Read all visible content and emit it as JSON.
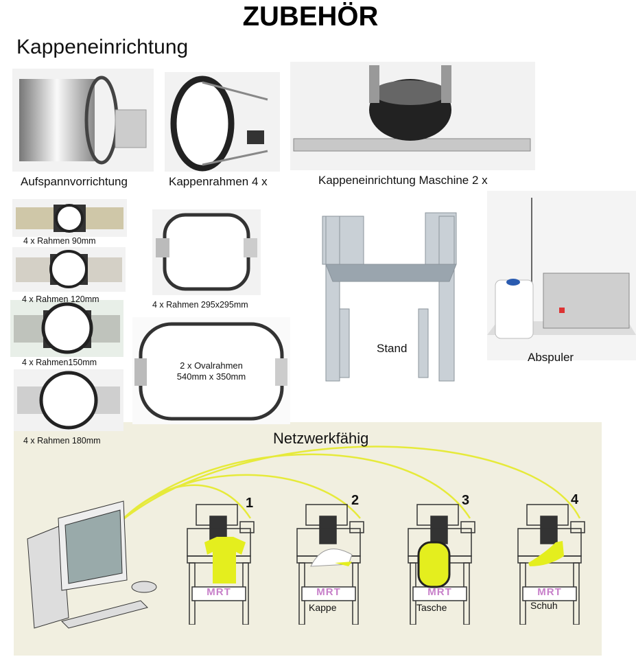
{
  "title": "ZUBEHÖR",
  "section_heading": "Kappeneinrichtung",
  "cap_items": [
    {
      "label": "Aufspannvorrichtung"
    },
    {
      "label": "Kappenrahmen 4 x"
    },
    {
      "label": "Kappeneinrichtung Maschine 2 x"
    }
  ],
  "hoops": [
    {
      "label": "4 x Rahmen 90mm"
    },
    {
      "label": "4 x Rahmen 120mm"
    },
    {
      "label": "4 x Rahmen150mm"
    },
    {
      "label": "4 x Rahmen 180mm"
    }
  ],
  "square_frame": {
    "label": "4 x Rahmen 295x295mm"
  },
  "oval_frame": {
    "line1": "2 x Ovalrahmen",
    "line2": "540mm x 350mm"
  },
  "stand": {
    "label": "Stand"
  },
  "winder": {
    "label": "Abspuler"
  },
  "network": {
    "heading": "Netzwerkfähig",
    "machines": [
      {
        "number": "1",
        "brand": "MRT",
        "label": ""
      },
      {
        "number": "2",
        "brand": "MRT",
        "label": "Kappe"
      },
      {
        "number": "3",
        "brand": "MRT",
        "label": "Tasche"
      },
      {
        "number": "4",
        "brand": "MRT",
        "label": "Schuh"
      }
    ],
    "cable_color": "#e6ea3a",
    "brand_color": "#c77fc9",
    "item_color": "#e4ee1e",
    "background_color": "#f1efe0"
  }
}
